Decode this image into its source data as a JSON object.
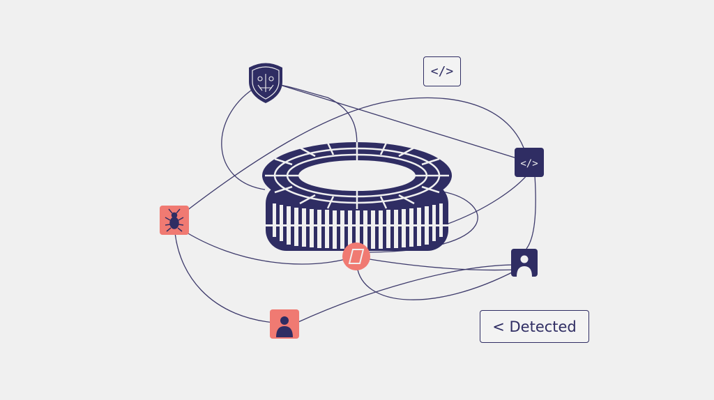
{
  "colors": {
    "background": "#f0f0f0",
    "navy": "#2f2d63",
    "coral": "#f07a72",
    "line": "#3d3a6b"
  },
  "nodes": [
    {
      "id": "shield",
      "icon": "shield-crest-icon",
      "color": "navy"
    },
    {
      "id": "code-node",
      "icon": "code-icon",
      "label": "</>",
      "color": "navy"
    },
    {
      "id": "bug-node",
      "icon": "bug-icon",
      "color": "coral"
    },
    {
      "id": "center-node",
      "icon": "parallelogram-icon",
      "color": "coral"
    },
    {
      "id": "user-navy",
      "icon": "user-icon",
      "color": "navy"
    },
    {
      "id": "user-coral",
      "icon": "user-icon",
      "color": "coral"
    }
  ],
  "labels": {
    "code_tag": "</>",
    "code_node": "</>",
    "detected": "< Detected"
  }
}
